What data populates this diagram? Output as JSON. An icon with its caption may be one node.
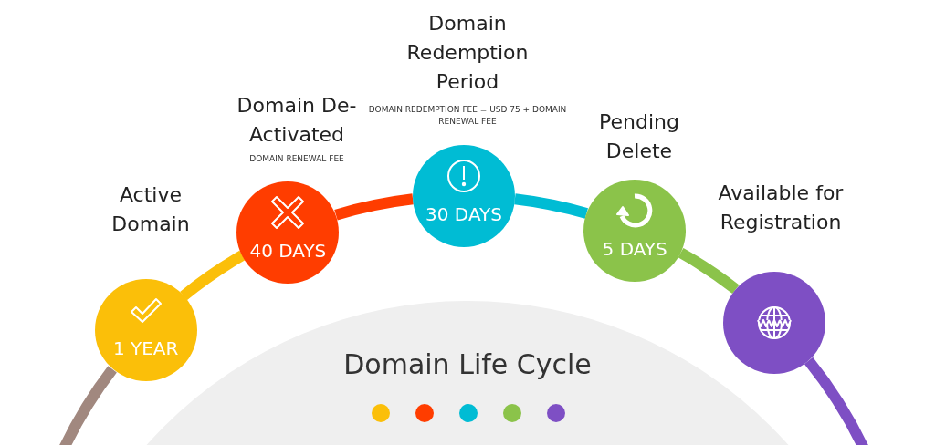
{
  "diagram": {
    "title": "Domain Life Cycle",
    "nodes": [
      {
        "text": [
          "Active Domain",
          "1 YEAR"
        ]
      },
      {
        "text": [
          "Domain De-Activated",
          "40 DAYS"
        ],
        "beside": [
          "DOMAIN RENEWAL FEE"
        ]
      },
      {
        "text": [
          "Domain Redemption Period",
          "30 DAYS"
        ],
        "beside": [
          "DOMAIN REDEMPTION FEE = USD 75 + DOMAIN RENEWAL FEE"
        ]
      },
      {
        "text": [
          "Pending Delete",
          "5 DAYS"
        ]
      },
      {
        "text": [
          "Available for Registration"
        ]
      }
    ],
    "edges": [
      {
        "from": null,
        "to": 0,
        "arrow": "none",
        "color": "#a1887f"
      },
      {
        "from": 0,
        "to": 1,
        "arrow": "none",
        "color": "#fbbf09"
      },
      {
        "from": 1,
        "to": 2,
        "arrow": "none",
        "color": "#ff3d00"
      },
      {
        "from": 2,
        "to": 3,
        "arrow": "none",
        "color": "#00bcd4"
      },
      {
        "from": 3,
        "to": 4,
        "arrow": "none",
        "color": "#8bc34a"
      },
      {
        "from": 4,
        "to": null,
        "arrow": "none",
        "color": "#7e4fc4"
      }
    ]
  }
}
